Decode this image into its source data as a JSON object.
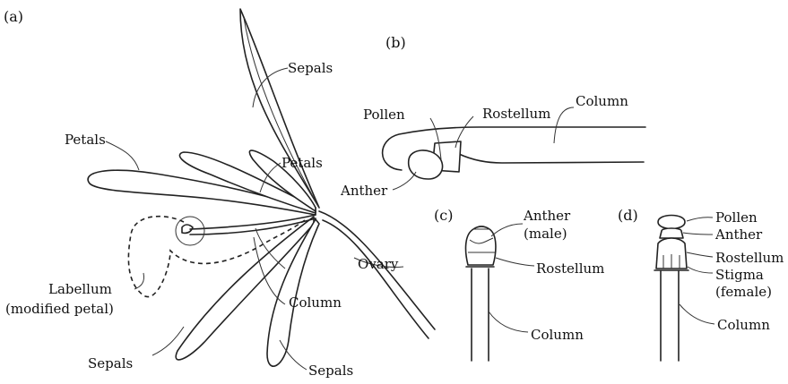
{
  "panels": {
    "a": {
      "tag": "(a)",
      "labels": {
        "sepals_top": "Sepals",
        "petals_left": "Petals",
        "petals_mid": "Petals",
        "ovary": "Ovary",
        "column": "Column",
        "labellum_1": "Labellum",
        "labellum_2": "(modified petal)",
        "sepals_bottom_left": "Sepals",
        "sepals_bottom_right": "Sepals"
      }
    },
    "b": {
      "tag": "(b)",
      "labels": {
        "pollen": "Pollen",
        "rostellum": "Rostellum",
        "column": "Column",
        "anther": "Anther"
      }
    },
    "c": {
      "tag": "(c)",
      "labels": {
        "anther_1": "Anther",
        "anther_2": "(male)",
        "rostellum": "Rostellum",
        "column": "Column"
      }
    },
    "d": {
      "tag": "(d)",
      "labels": {
        "pollen": "Pollen",
        "anther": "Anther",
        "rostellum": "Rostellum",
        "stigma_1": "Stigma",
        "stigma_2": "(female)",
        "column": "Column"
      }
    }
  }
}
